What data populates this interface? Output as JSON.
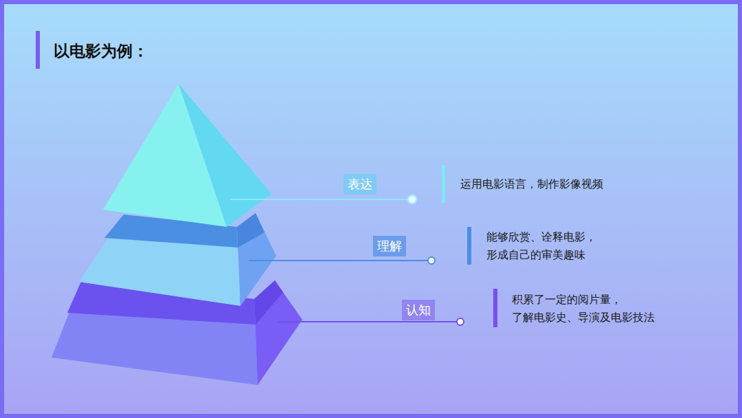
{
  "diagram": {
    "title": "以电影为例：",
    "nodes": [
      {
        "text": [
          "表达"
        ]
      },
      {
        "text": [
          "理解"
        ]
      },
      {
        "text": [
          "认知"
        ]
      }
    ],
    "labels": [
      "运用电影语言，制作影像视频",
      "能够欣赏、诠释电影， 形成自己的审美趣味",
      "积累了一定的阅片量， 了解电影史、导演及电影技法"
    ]
  }
}
